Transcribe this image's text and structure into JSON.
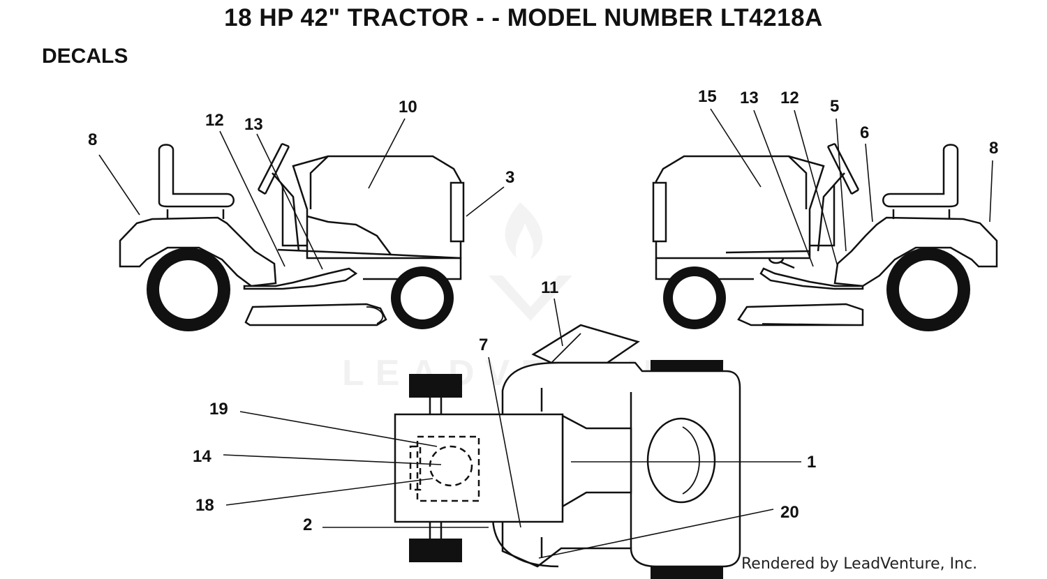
{
  "title": "18 HP 42\" TRACTOR - - MODEL NUMBER LT4218A",
  "section": "DECALS",
  "watermark": "LEADVENTURE",
  "credit": "Rendered by LeadVenture, Inc.",
  "callouts": {
    "left_view": [
      "8",
      "12",
      "13",
      "10",
      "3"
    ],
    "right_view": [
      "15",
      "13",
      "12",
      "5",
      "6",
      "8"
    ],
    "top_view": [
      "11",
      "7",
      "19",
      "14",
      "18",
      "2",
      "1",
      "20"
    ]
  }
}
